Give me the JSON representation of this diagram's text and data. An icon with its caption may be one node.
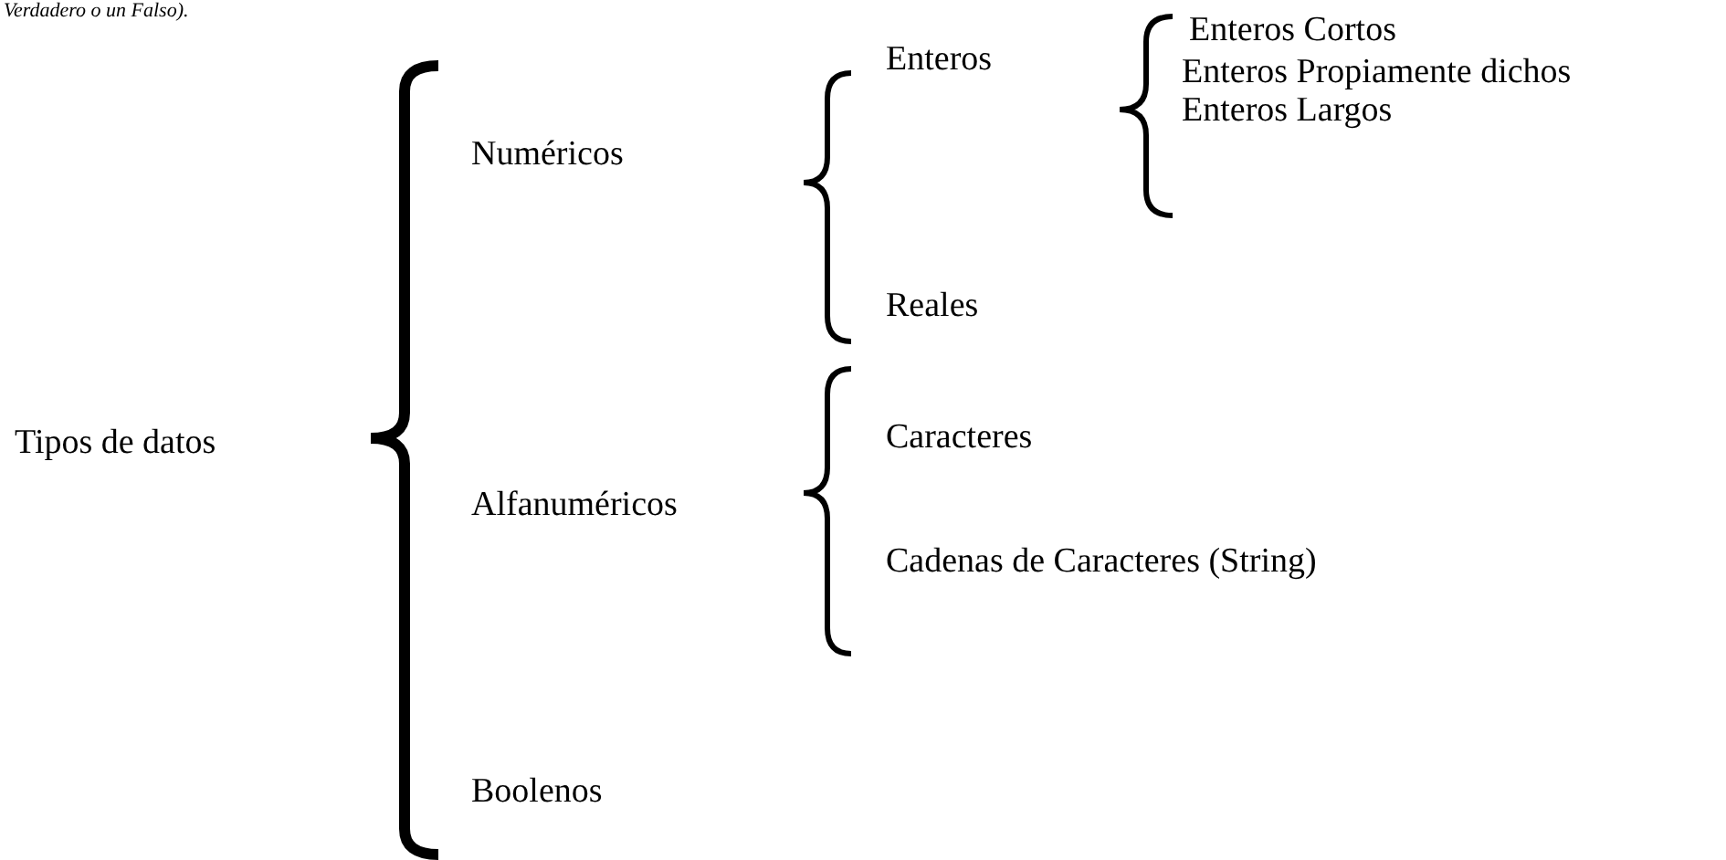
{
  "diagram": {
    "nodes": [
      {
        "text": [
          "Tipos de datos"
        ]
      },
      {
        "text": [
          "Numéricos"
        ]
      },
      {
        "text": [
          "Alfanuméricos"
        ]
      },
      {
        "text": [
          "Boolenos"
        ]
      },
      {
        "text": [
          "Enteros"
        ]
      },
      {
        "text": [
          "Reales"
        ]
      },
      {
        "text": [
          "Caracteres"
        ]
      },
      {
        "text": [
          "Cadenas de Caracteres (String)"
        ]
      },
      {
        "text": [
          "Enteros Cortos"
        ]
      },
      {
        "text": [
          "Enteros Propiamente dichos"
        ]
      },
      {
        "text": [
          "Enteros Largos"
        ]
      }
    ],
    "labels": [
      "Verdadero o un Falso)."
    ]
  }
}
